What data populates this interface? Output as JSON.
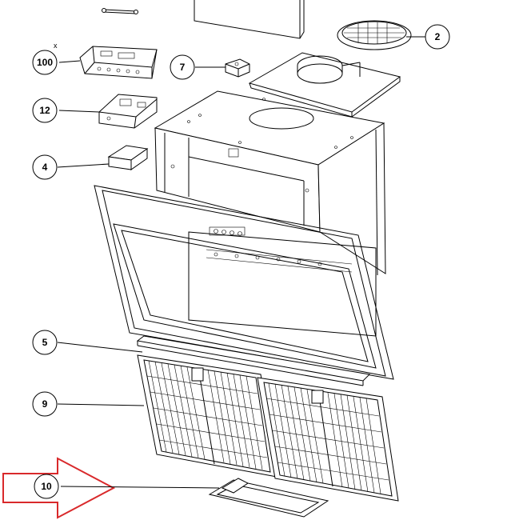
{
  "callouts": [
    {
      "label": "100"
    },
    {
      "label": "12"
    },
    {
      "label": "4"
    },
    {
      "label": "5"
    },
    {
      "label": "9"
    },
    {
      "label": "10"
    },
    {
      "label": "7"
    },
    {
      "label": "2"
    }
  ],
  "small_mark": "x",
  "colors": {
    "line": "#000000",
    "background": "#ffffff",
    "highlight_arrow": "#d9292b"
  }
}
